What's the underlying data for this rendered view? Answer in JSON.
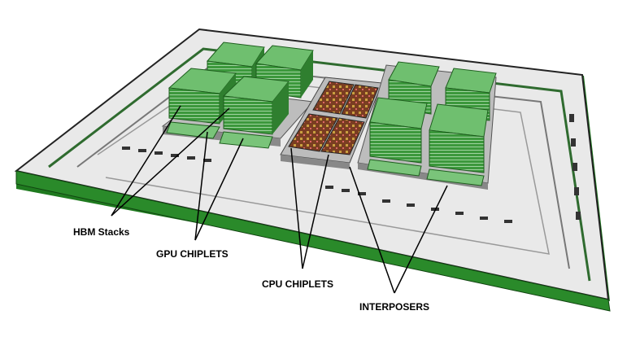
{
  "labels": {
    "hbm": "HBM Stacks",
    "gpu": "GPU CHIPLETS",
    "cpu": "CPU CHIPLETS",
    "interposers": "INTERPOSERS"
  },
  "colors": {
    "board_green": "#1f7a1f",
    "board_top": "#e6e6e6",
    "hbm_green": "#3f9e3f",
    "interposer": "#bdbdbd",
    "cpu_die": "#8a4a2a",
    "trace": "#2f6b2f"
  }
}
